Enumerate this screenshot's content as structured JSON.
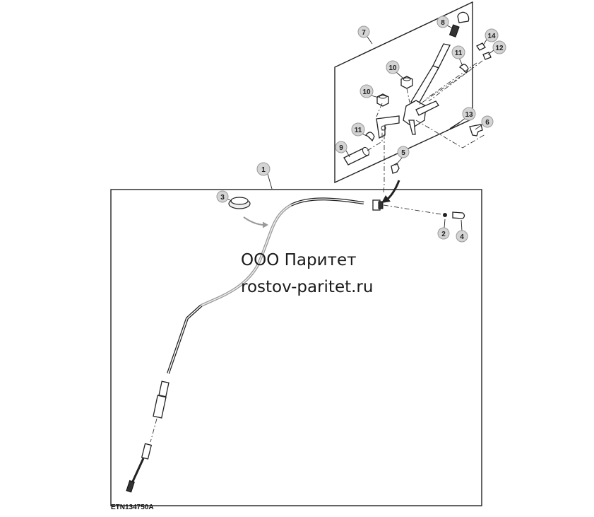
{
  "callouts": [
    "1",
    "2",
    "3",
    "4",
    "5",
    "6",
    "7",
    "8",
    "9",
    "10",
    "10",
    "11",
    "11",
    "12",
    "13",
    "14"
  ],
  "watermark": {
    "line1": "ООО Паритет",
    "line2": "rostov-paritet.ru"
  },
  "figure_code": "ETN134750A"
}
